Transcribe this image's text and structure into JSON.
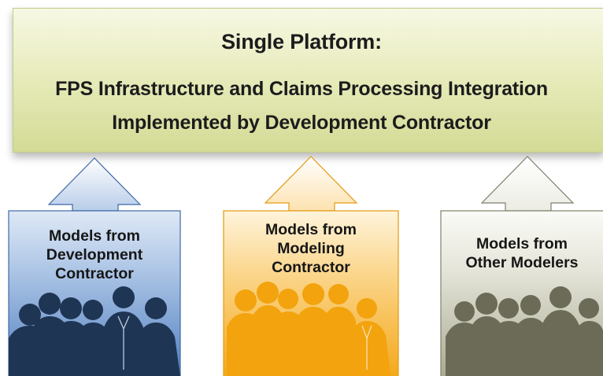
{
  "platform": {
    "title": "Single Platform:",
    "line1": "FPS Infrastructure and Claims Processing Integration",
    "line2": "Implemented by Development Contractor"
  },
  "boxes": [
    {
      "line1": "Models from",
      "line2": "Development",
      "line3": "Contractor",
      "color": "#4a78b5"
    },
    {
      "line1": "Models from",
      "line2": "Modeling",
      "line3": "Contractor",
      "color": "#f4ab1c"
    },
    {
      "line1": "Models from",
      "line2": "Other Modelers",
      "color": "#8c8f74"
    }
  ],
  "silhouette_colors": {
    "development": "#1e3452",
    "modeling": "#f0a40d",
    "other": "#6b6a56"
  }
}
